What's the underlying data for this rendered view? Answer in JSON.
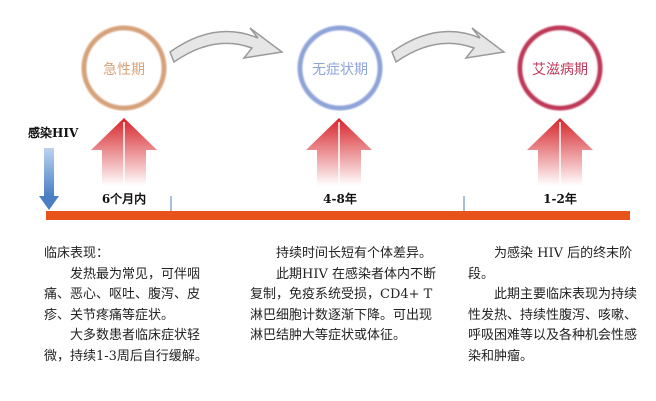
{
  "infection_label": "感染HIV",
  "stages": [
    {
      "name": "急性期",
      "duration": "6个月内",
      "color": "#d7a27a"
    },
    {
      "name": "无症状期",
      "duration": "4-8年",
      "color": "#8ea4d8"
    },
    {
      "name": "艾滋病期",
      "duration": "1-2年",
      "color": "#c0395a"
    }
  ],
  "descriptions": {
    "acute": {
      "heading": "临床表现：",
      "p1": "发热最为常见，可伴咽痛、恶心、呕吐、腹泻、皮疹、关节疼痛等症状。",
      "p2": "大多数患者临床症状轻微，持续1-3周后自行缓解。"
    },
    "asymptomatic": {
      "p1": "持续时间长短有个体差异。",
      "p2": "此期HIV 在感染者体内不断复制，免疫系统受损，CD4+ T淋巴细胞计数逐渐下降。可出现淋巴结肿大等症状或体征。"
    },
    "aids": {
      "p1": "为感染 HIV 后的终末阶段。",
      "p2": "此期主要临床表现为持续性发热、持续性腹泻、咳嗽、呼吸困难等以及各种机会性感染和肿瘤。"
    }
  },
  "colors": {
    "timeline": "#e8531b",
    "arrow_red": "#d6242a",
    "curved_arrow_fill": "#e6e6e6",
    "curved_arrow_stroke": "#9a9a9a",
    "down_arrow": "#5a8fd0"
  }
}
